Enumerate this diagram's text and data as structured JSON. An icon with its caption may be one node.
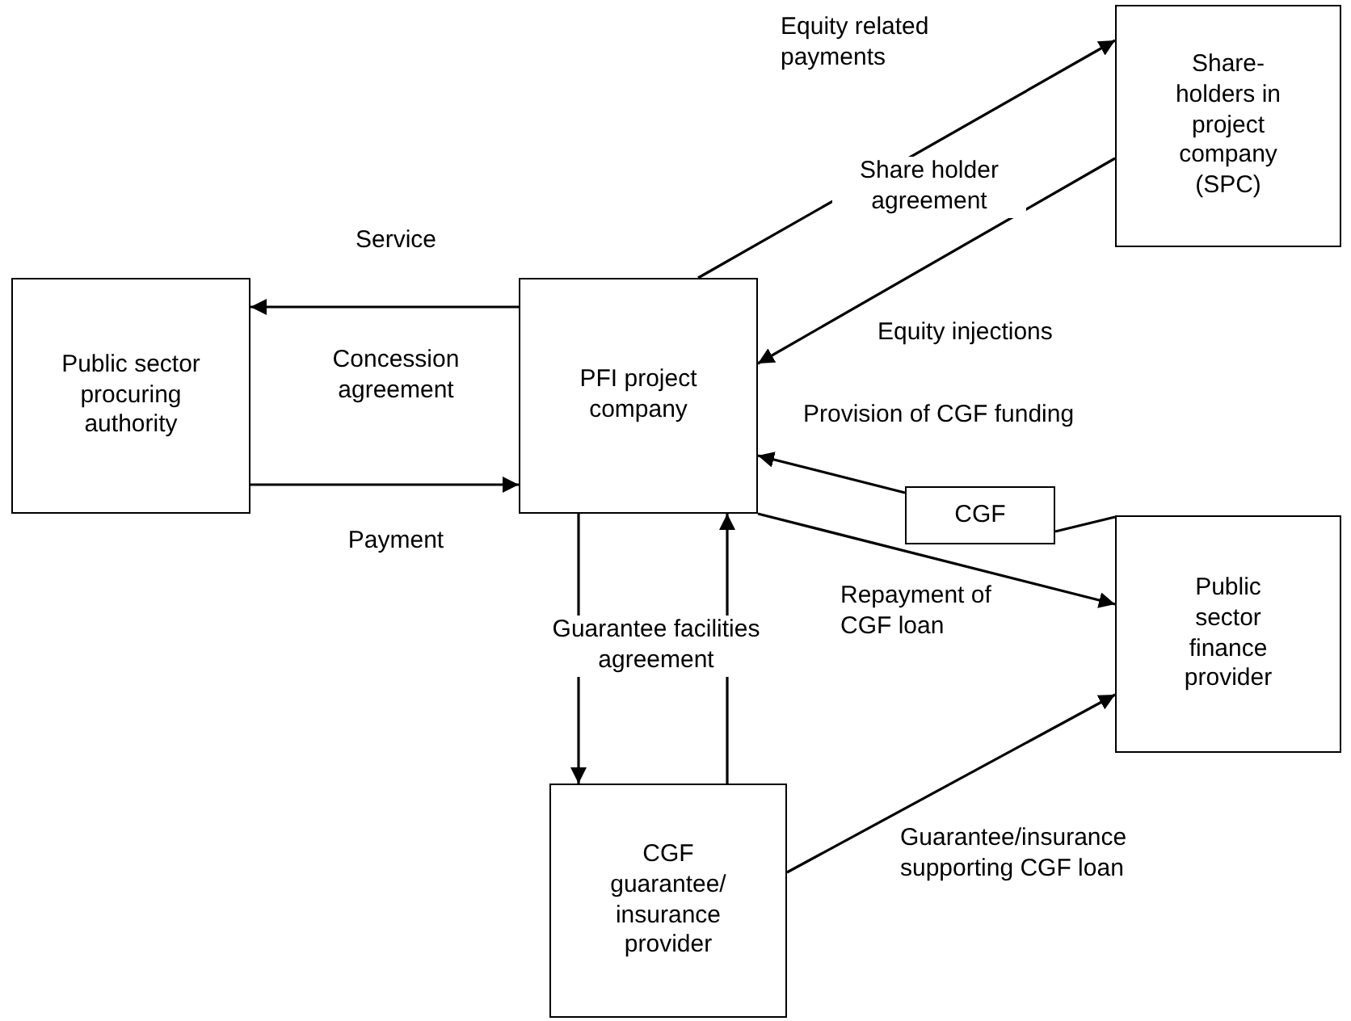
{
  "diagram": {
    "nodes": [
      {
        "text": [
          "Public sector procuring authority"
        ]
      },
      {
        "text": [
          "PFI project company"
        ]
      },
      {
        "text": [
          "Share-holders in project company (SPC)"
        ]
      },
      {
        "text": [
          "CGF"
        ]
      },
      {
        "text": [
          "Public sector finance provider"
        ]
      },
      {
        "text": [
          "CGF guarantee/ insurance provider"
        ]
      }
    ],
    "edges": [
      {
        "from": 1,
        "to": 0,
        "arrow": "to",
        "label": "Service"
      },
      {
        "from": 0,
        "to": 1,
        "arrow": "to",
        "label": "Payment"
      },
      {
        "from": 1,
        "to": 2,
        "arrow": "to",
        "label": "Equity related payments"
      },
      {
        "from": 2,
        "to": 1,
        "arrow": "to",
        "label": "Equity injections"
      },
      {
        "from": 4,
        "to": 3,
        "arrow": "none"
      },
      {
        "from": 3,
        "to": 1,
        "arrow": "to"
      },
      {
        "from": 1,
        "to": 4,
        "arrow": "to",
        "label": "Repayment of CGF loan"
      },
      {
        "from": 1,
        "to": 5,
        "arrow": "to"
      },
      {
        "from": 5,
        "to": 1,
        "arrow": "to"
      },
      {
        "from": 5,
        "to": 4,
        "arrow": "to",
        "label": "Guarantee/insurance supporting CGF loan"
      }
    ],
    "labels": [
      "Concession agreement",
      "Share holder agreement",
      "Provision of CGF funding",
      "Guarantee facilities agreement"
    ]
  }
}
